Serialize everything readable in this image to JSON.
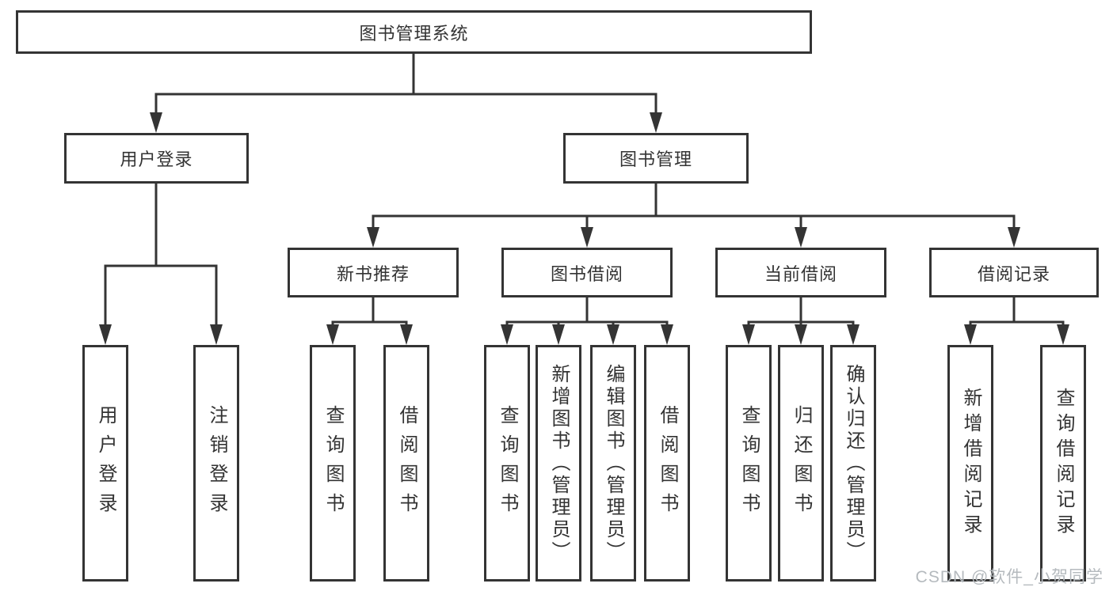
{
  "diagram": {
    "title": "图书管理系统",
    "type": "hierarchy-tree",
    "colors": {
      "line": "#343434",
      "text": "#333333",
      "background": "#ffffff",
      "watermark": "#b5babe"
    },
    "tree": {
      "root": {
        "label": "图书管理系统"
      },
      "level2": [
        {
          "label": "用户登录"
        },
        {
          "label": "图书管理"
        }
      ],
      "level3": [
        {
          "label": "新书推荐",
          "parent": "图书管理"
        },
        {
          "label": "图书借阅",
          "parent": "图书管理"
        },
        {
          "label": "当前借阅",
          "parent": "图书管理"
        },
        {
          "label": "借阅记录",
          "parent": "图书管理"
        }
      ],
      "leaves": [
        {
          "label": "用户登录",
          "parent": "用户登录"
        },
        {
          "label": "注销登录",
          "parent": "用户登录"
        },
        {
          "label": "查询图书",
          "parent": "新书推荐"
        },
        {
          "label": "借阅图书",
          "parent": "新书推荐"
        },
        {
          "label": "查询图书",
          "parent": "图书借阅"
        },
        {
          "label": "新增图书（管理员）",
          "parent": "图书借阅"
        },
        {
          "label": "编辑图书（管理员）",
          "parent": "图书借阅"
        },
        {
          "label": "借阅图书",
          "parent": "图书借阅"
        },
        {
          "label": "查询图书",
          "parent": "当前借阅"
        },
        {
          "label": "归还图书",
          "parent": "当前借阅"
        },
        {
          "label": "确认归还（管理员）",
          "parent": "当前借阅"
        },
        {
          "label": "新增借阅记录",
          "parent": "借阅记录"
        },
        {
          "label": "查询借阅记录",
          "parent": "借阅记录"
        }
      ]
    },
    "watermark": "CSDN @软件_小贺同学"
  }
}
